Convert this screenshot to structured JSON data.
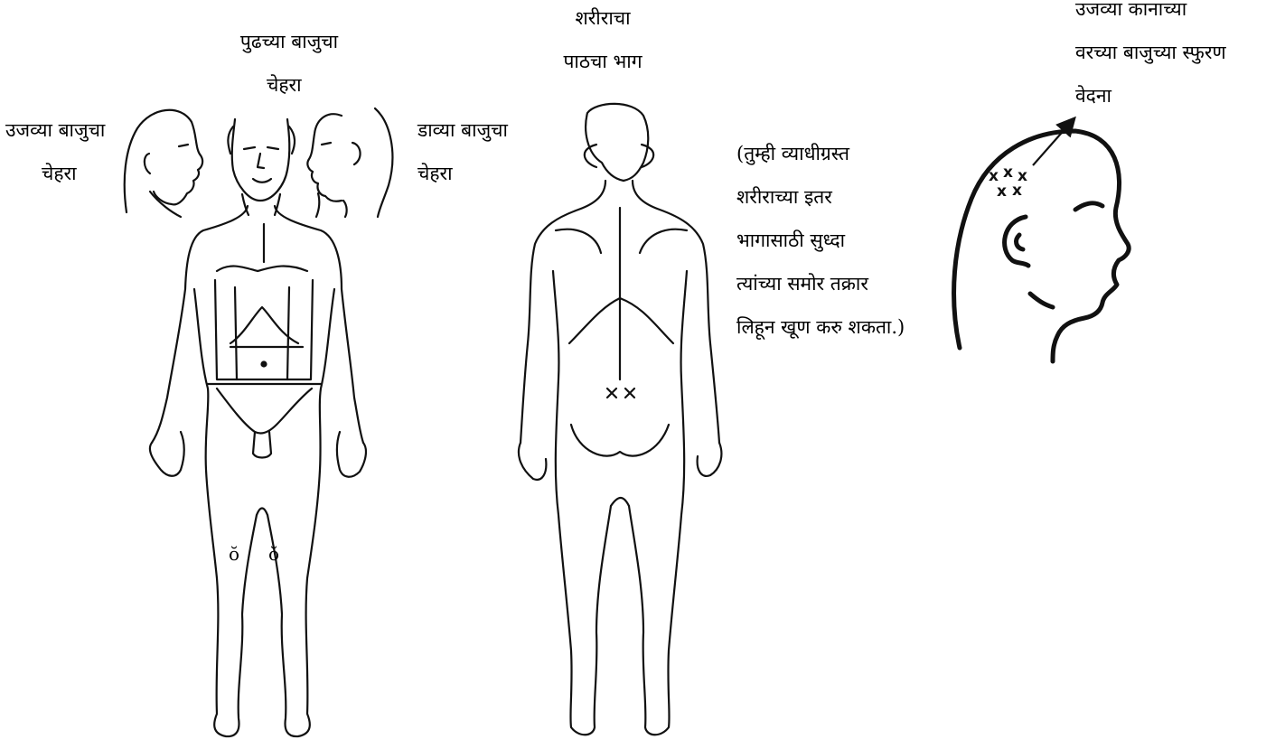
{
  "labels": {
    "front_face": [
      "पुढच्या बाजुचा",
      "चेहरा"
    ],
    "right_face": [
      "उजव्या बाजुचा",
      "चेहरा"
    ],
    "left_face": [
      "डाव्या बाजुचा",
      "चेहरा"
    ],
    "back_body": [
      "शरीराचा",
      "पाठचा भाग"
    ],
    "note": [
      "(तुम्ही व्याधीग्रस्त",
      "शरीराच्या इतर",
      "भागासाठी सुध्दा",
      "त्यांच्या समोर तक्रार",
      "लिहून खूण करु शकता.)"
    ],
    "pain_callout": [
      "उजव्या कानाच्या",
      "वरच्या बाजुच्या स्फुरण",
      "वेदना"
    ]
  },
  "marks": {
    "pain_mark_symbol": "x",
    "knee_mark_symbol": "ŏ"
  }
}
